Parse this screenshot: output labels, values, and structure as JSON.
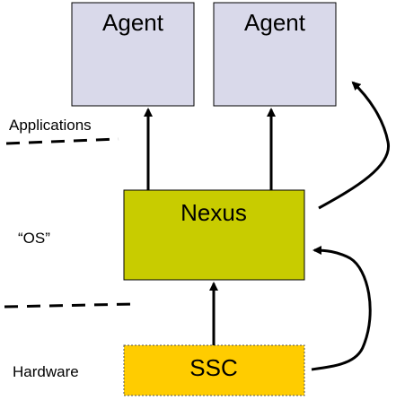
{
  "diagram": {
    "boxes": {
      "agent_left": {
        "label": "Agent",
        "fill": "#d9d9ea"
      },
      "agent_right": {
        "label": "Agent",
        "fill": "#d9d9ea"
      },
      "nexus": {
        "label": "Nexus",
        "fill": "#c8cc00"
      },
      "ssc": {
        "label": "SSC",
        "fill": "#ffcc00"
      }
    },
    "layers": {
      "applications": "Applications",
      "os": "“OS”",
      "hardware": "Hardware"
    },
    "arrow_color": "#000000"
  }
}
